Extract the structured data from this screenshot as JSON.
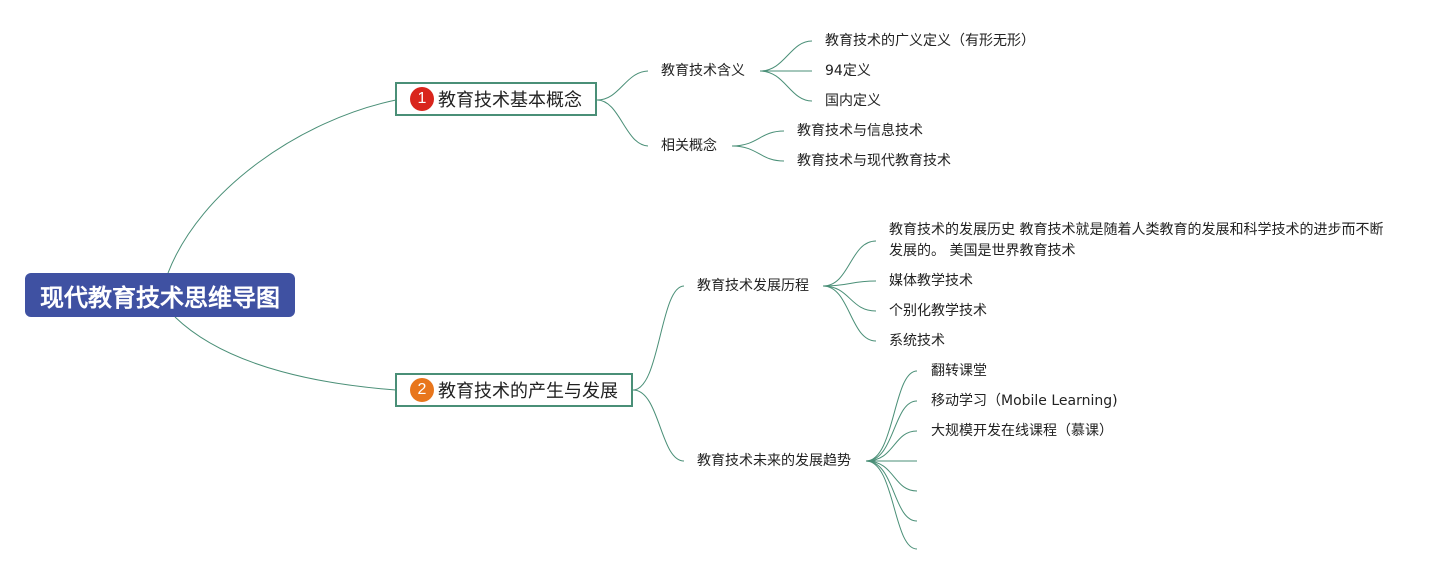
{
  "root": {
    "label": "现代教育技术思维导图"
  },
  "branches": [
    {
      "badge": "1",
      "badge_color": "#d9251c",
      "label": "教育技术基本概念",
      "children": [
        {
          "label": "教育技术含义",
          "children": [
            "教育技术的广义定义（有形无形）",
            "94定义",
            "国内定义"
          ]
        },
        {
          "label": "相关概念",
          "children": [
            "教育技术与信息技术",
            "教育技术与现代教育技术"
          ]
        }
      ]
    },
    {
      "badge": "2",
      "badge_color": "#e8761c",
      "label": "教育技术的产生与发展",
      "children": [
        {
          "label": "教育技术发展历程",
          "children": [
            "教育技术的发展历史 教育技术就是随着人类教育的发展和科学技术的进步而不断发展的。 美国是世界教育技术",
            "媒体教学技术",
            "个别化教学技术",
            "系统技术"
          ]
        },
        {
          "label": "教育技术未来的发展趋势",
          "children": [
            "翻转课堂",
            "移动学习（Mobile Learning)",
            "大规模开发在线课程（慕课）",
            "",
            "",
            "",
            ""
          ]
        }
      ]
    }
  ],
  "colors": {
    "root_bg": "#3f51a2",
    "line": "#4a8f77"
  }
}
